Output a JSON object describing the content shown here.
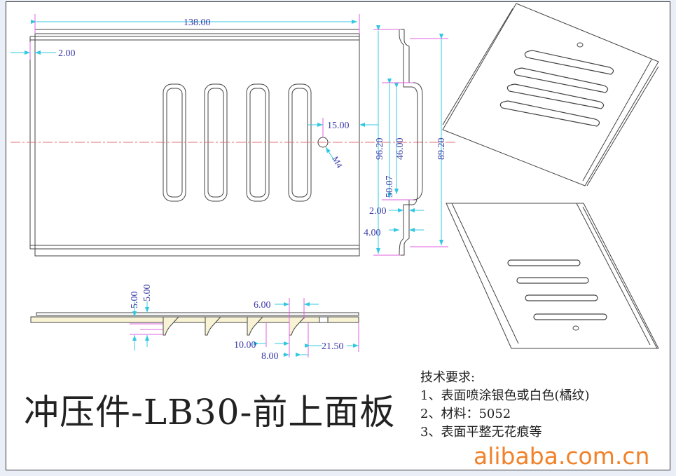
{
  "drawing": {
    "title": "冲压件-LB30-前上面板",
    "dimensions": {
      "overall_width": "138.00",
      "flange_offset": "2.00",
      "hole_offset": "15.00",
      "hole_label": "M4",
      "height_outer": "96.20",
      "slot_span_outer": "50.07",
      "slot_span_inner": "46.00",
      "height_total": "89.20",
      "wall_2": "2.00",
      "wall_4": "4.00",
      "section_5a": "5.00",
      "section_5b": "5.00",
      "section_6": "6.00",
      "section_10": "10.00",
      "section_8": "8.00",
      "section_21_5": "21.50"
    },
    "notes": {
      "heading": "技术要求:",
      "items": [
        "1、表面喷涂银色或白色(橘纹)",
        "2、材料：5052",
        "3、表面平整无花痕等"
      ]
    },
    "watermark": "alibaba.com.cn",
    "colors": {
      "line": "#444444",
      "dim": "#33c8e0",
      "ext": "#e060e0",
      "center": "#e07070",
      "text": "#3a3aa8",
      "fill": "#f8f3d4"
    }
  }
}
